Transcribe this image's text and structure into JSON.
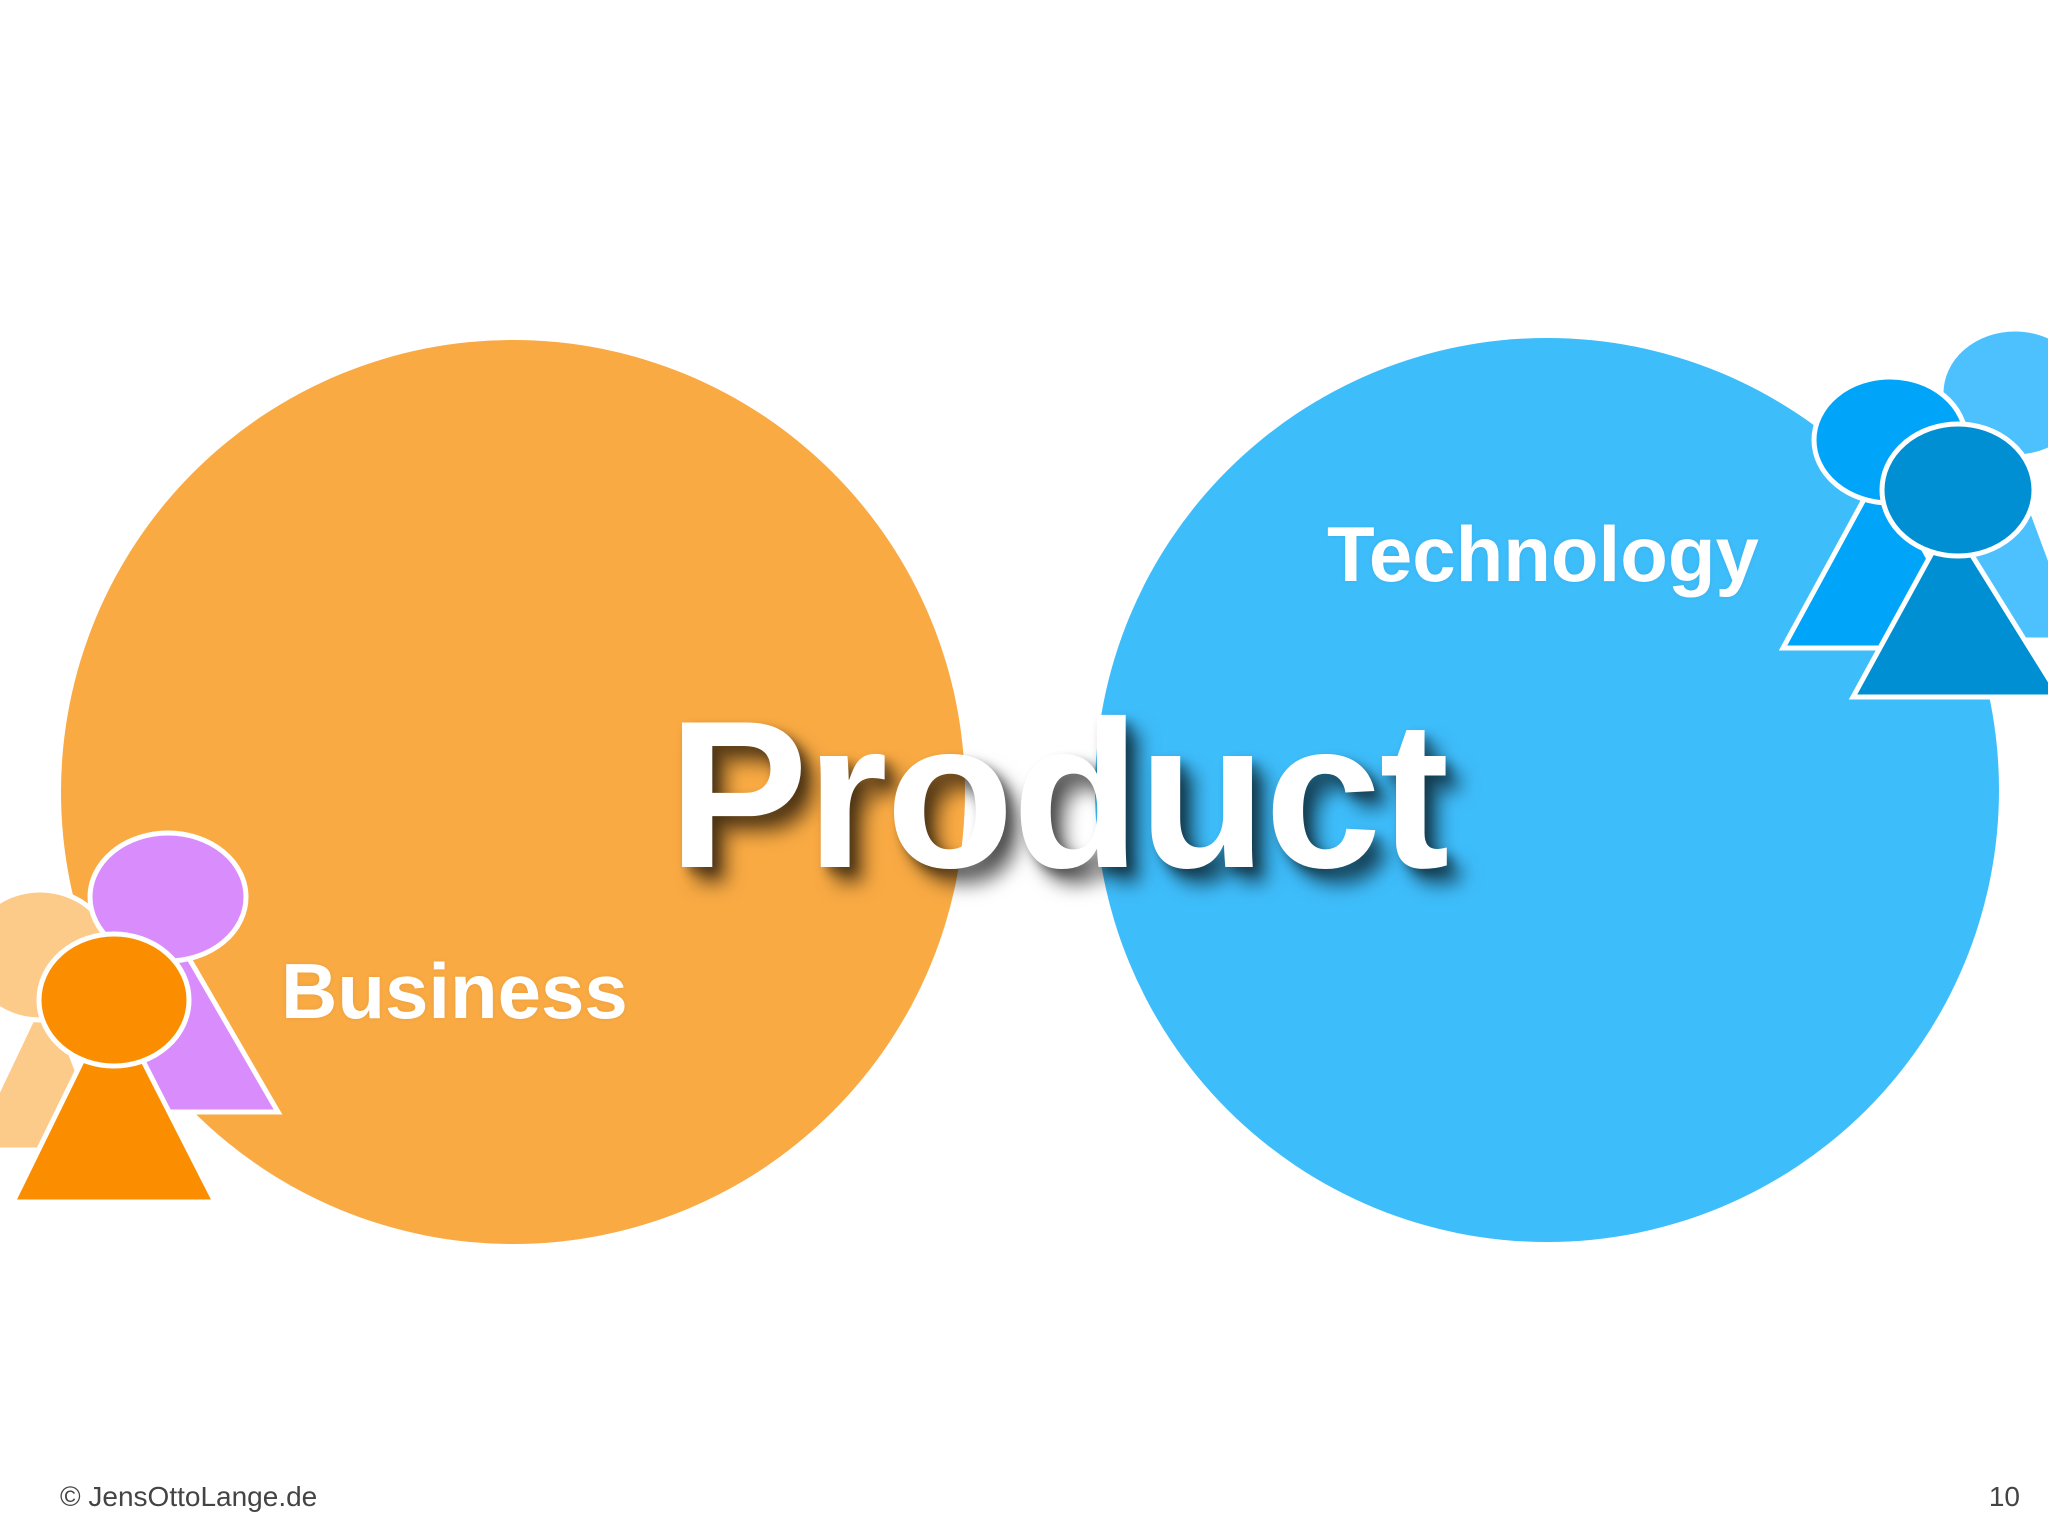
{
  "diagram": {
    "circles": {
      "business": {
        "label": "Business",
        "color": "#F9AA43"
      },
      "technology": {
        "label": "Technology",
        "color": "#3EBDFB"
      }
    },
    "center_label": "Product",
    "people_groups": {
      "business": {
        "colors": [
          "#FCCB8A",
          "#D98CFC",
          "#FA8E00"
        ],
        "icon": "person-icon"
      },
      "technology": {
        "colors": [
          "#4CC1FD",
          "#00A5F9",
          "#008FD2"
        ],
        "icon": "person-icon"
      }
    }
  },
  "footer": {
    "copyright": "© JensOttoLange.de",
    "page_number": "10"
  }
}
